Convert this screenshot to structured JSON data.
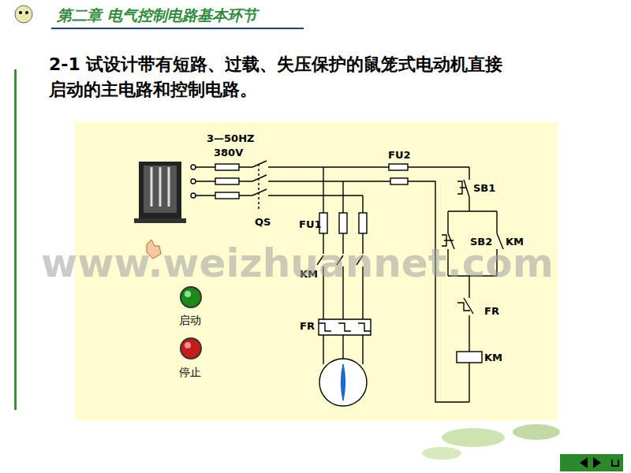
{
  "diagram": {
    "title": "2-1 试设计带有短路、过载、失压保护的鼠笼式电动机直接启动的主电路和控制电路。",
    "labels": [
      "第二章 电气控制电路基本环节",
      "3—50HZ",
      "380V",
      "FU2",
      "SB1",
      "QS",
      "FU1",
      "SB2",
      "KM",
      "KM",
      "FR",
      "FR",
      "KM",
      "启动",
      "停止",
      "www.weizhuannet.com"
    ]
  }
}
